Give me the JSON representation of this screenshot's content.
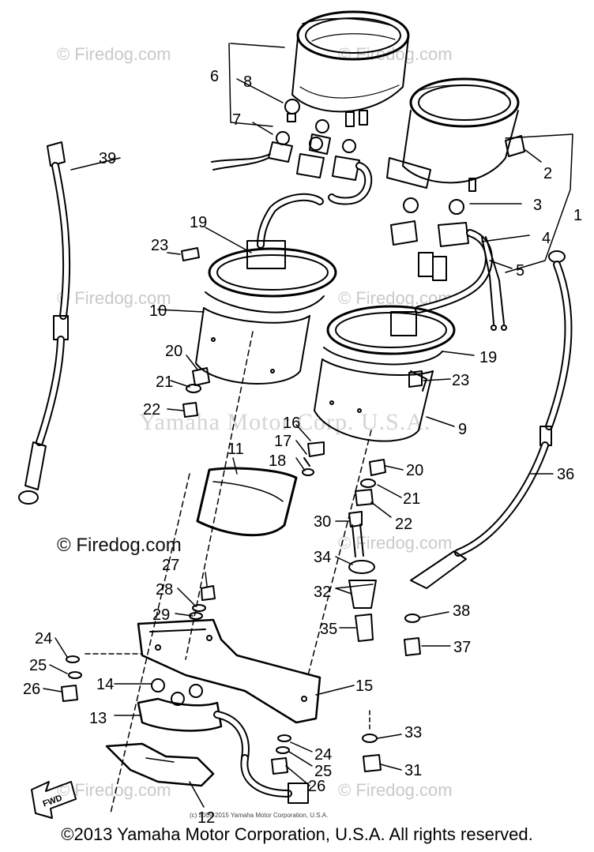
{
  "watermarks": {
    "site": "© Firedog.com",
    "site_main": "© Firedog.com",
    "center": "Yamaha Motor Corp. U.S.A."
  },
  "fine_print": "(c) 2009-2015 Yamaha Motor Corporation, U.S.A.",
  "copyright": "©2013 Yamaha Motor Corporation, U.S.A. All rights reserved.",
  "fwd_label": "FWD",
  "callouts": {
    "c1": "1",
    "c2": "2",
    "c3": "3",
    "c4": "4",
    "c5": "5",
    "c6": "6",
    "c7": "7",
    "c8": "8",
    "c9": "9",
    "c10": "10",
    "c11": "11",
    "c12": "12",
    "c13": "13",
    "c14": "14",
    "c15": "15",
    "c16": "16",
    "c17": "17",
    "c18": "18",
    "c19a": "19",
    "c19b": "19",
    "c20a": "20",
    "c20b": "20",
    "c21a": "21",
    "c21b": "21",
    "c22a": "22",
    "c22b": "22",
    "c23a": "23",
    "c23b": "23",
    "c24a": "24",
    "c24b": "24",
    "c25a": "25",
    "c25b": "25",
    "c26a": "26",
    "c26b": "26",
    "c27": "27",
    "c28": "28",
    "c29": "29",
    "c30": "30",
    "c31": "31",
    "c32": "32",
    "c33": "33",
    "c34": "34",
    "c35": "35",
    "c36": "36",
    "c37": "37",
    "c38": "38",
    "c39": "39"
  }
}
